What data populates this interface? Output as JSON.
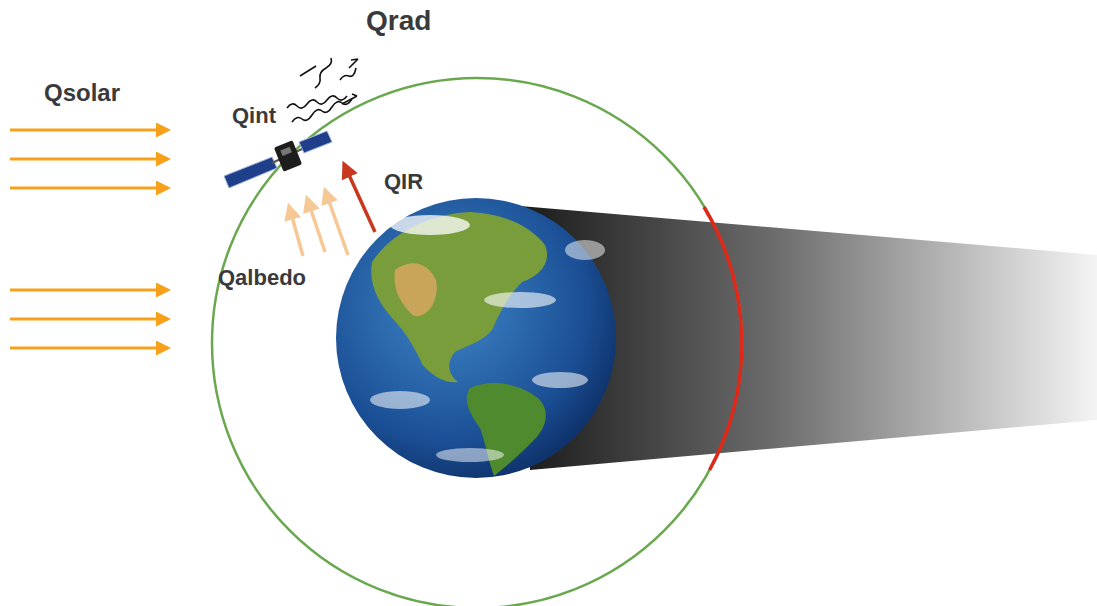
{
  "diagram": {
    "labels": [
      "Qrad",
      "Qsolar",
      "Qint",
      "QIR",
      "Qalbedo"
    ]
  }
}
